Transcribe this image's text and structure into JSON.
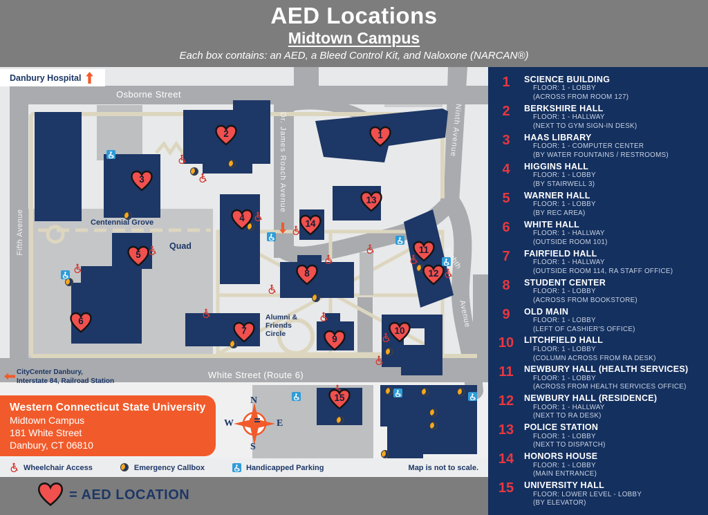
{
  "header": {
    "title": "AED Locations",
    "subtitle": "Midtown Campus",
    "tagline": "Each box contains: an AED, a Bleed Control Kit, and Naloxone (NARCAN®)"
  },
  "sidebar": {
    "items": [
      {
        "num": "1",
        "name": "SCIENCE BUILDING",
        "floor": "FLOOR: 1 - LOBBY",
        "note": "(ACROSS FROM ROOM 127)"
      },
      {
        "num": "2",
        "name": "BERKSHIRE HALL",
        "floor": "FLOOR: 1 - HALLWAY",
        "note": "(NEXT TO GYM SIGN-IN DESK)"
      },
      {
        "num": "3",
        "name": "HAAS LIBRARY",
        "floor": "FLOOR: 1 - COMPUTER CENTER",
        "note": "(BY WATER FOUNTAINS / RESTROOMS)"
      },
      {
        "num": "4",
        "name": "HIGGINS HALL",
        "floor": "FLOOR: 1 - LOBBY",
        "note": "(BY STAIRWELL 3)"
      },
      {
        "num": "5",
        "name": "WARNER HALL",
        "floor": "FLOOR: 1 - LOBBY",
        "note": "(BY REC AREA)"
      },
      {
        "num": "6",
        "name": "WHITE HALL",
        "floor": "FLOOR: 1 - HALLWAY",
        "note": "(OUTSIDE ROOM 101)"
      },
      {
        "num": "7",
        "name": "FAIRFIELD HALL",
        "floor": "FLOOR: 1 - HALLWAY",
        "note": "(OUTSIDE ROOM 114, RA STAFF OFFICE)"
      },
      {
        "num": "8",
        "name": "STUDENT CENTER",
        "floor": "FLOOR: 1 - LOBBY",
        "note": "(ACROSS FROM BOOKSTORE)"
      },
      {
        "num": "9",
        "name": "OLD MAIN",
        "floor": "FLOOR: 1 - LOBBY",
        "note": "(LEFT OF CASHIER'S OFFICE)"
      },
      {
        "num": "10",
        "name": "LITCHFIELD HALL",
        "floor": "FLOOR: 1 - LOBBY",
        "note": "(COLUMN ACROSS FROM RA DESK)"
      },
      {
        "num": "11",
        "name": "NEWBURY HALL (HEALTH SERVICES)",
        "floor": "FLOOR: 1 - LOBBY",
        "note": "(ACROSS FROM HEALTH SERVICES OFFICE)"
      },
      {
        "num": "12",
        "name": "NEWBURY HALL (RESIDENCE)",
        "floor": "FLOOR: 1 - HALLWAY",
        "note": "(NEXT TO RA DESK)"
      },
      {
        "num": "13",
        "name": "POLICE STATION",
        "floor": "FLOOR: 1 - LOBBY",
        "note": "(NEXT TO DISPATCH)"
      },
      {
        "num": "14",
        "name": "HONORS HOUSE",
        "floor": "FLOOR: 1 - LOBBY",
        "note": "(MAIN ENTRANCE)"
      },
      {
        "num": "15",
        "name": "UNIVERSITY HALL",
        "floor": "FLOOR: LOWER LEVEL - LOBBY",
        "note": "(BY ELEVATOR)"
      }
    ]
  },
  "map": {
    "labels": {
      "danbury_hospital": "Danbury Hospital",
      "osborne_street": "Osborne Street",
      "fifth_avenue": "Fifth Avenue",
      "roach_avenue": "Dr. James Roach Avenue",
      "ninth_avenue": "Ninth Avenue",
      "eighth": "Eighth",
      "avenue": "Avenue",
      "centennial_grove": "Centennial Grove",
      "quad": "Quad",
      "alumni_circle": "Alumni & Friends Circle",
      "white_street": "White Street (Route 6)",
      "citycenter_line1": "CityCenter Danbury,",
      "citycenter_line2": "Interstate 84, Railroad Station",
      "not_to_scale": "Map is not to scale."
    },
    "compass": {
      "n": "N",
      "e": "E",
      "s": "S",
      "w": "W"
    },
    "hearts": [
      "1",
      "2",
      "3",
      "4",
      "5",
      "6",
      "7",
      "8",
      "9",
      "10",
      "11",
      "12",
      "13",
      "14",
      "15"
    ]
  },
  "address_box": {
    "line1": "Western Connecticut State University",
    "line2": "Midtown Campus",
    "line3": "181 White Street",
    "line4": "Danbury, CT 06810"
  },
  "legend": {
    "wheelchair": "Wheelchair Access",
    "callbox": "Emergency Callbox",
    "parking": "Handicapped Parking",
    "aed": "= AED LOCATION"
  },
  "colors": {
    "sidebar_navy": "#14305f",
    "building_navy": "#1d3766",
    "accent_red": "#e8383f",
    "heart_red": "#f0504e",
    "accent_orange": "#f15b2b",
    "street_gray": "#a9abae",
    "header_gray": "#7d7d7d",
    "callbox_yellow": "#f6a81c",
    "parking_blue": "#2f9cd8",
    "path_tan": "#ddd6bf"
  }
}
